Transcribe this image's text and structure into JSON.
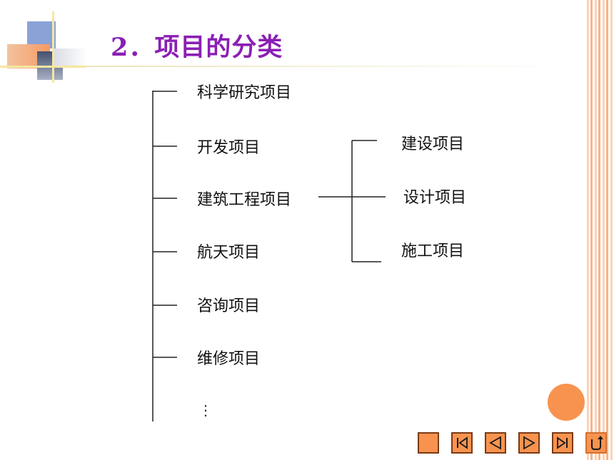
{
  "slide": {
    "title": "2．项目的分类",
    "categories": [
      "科学研究项目",
      "开发项目",
      "建筑工程项目",
      "航天项目",
      "咨询项目",
      "维修项目",
      "⋮"
    ],
    "subcategories": [
      "建设项目",
      "设计项目",
      "施工项目"
    ]
  },
  "nav": {
    "buttons": [
      "blank",
      "first",
      "previous",
      "next",
      "last",
      "return"
    ]
  },
  "colors": {
    "title": "#8a1fb4",
    "accent": "#f7934f",
    "nav_border": "#7a3a14"
  }
}
